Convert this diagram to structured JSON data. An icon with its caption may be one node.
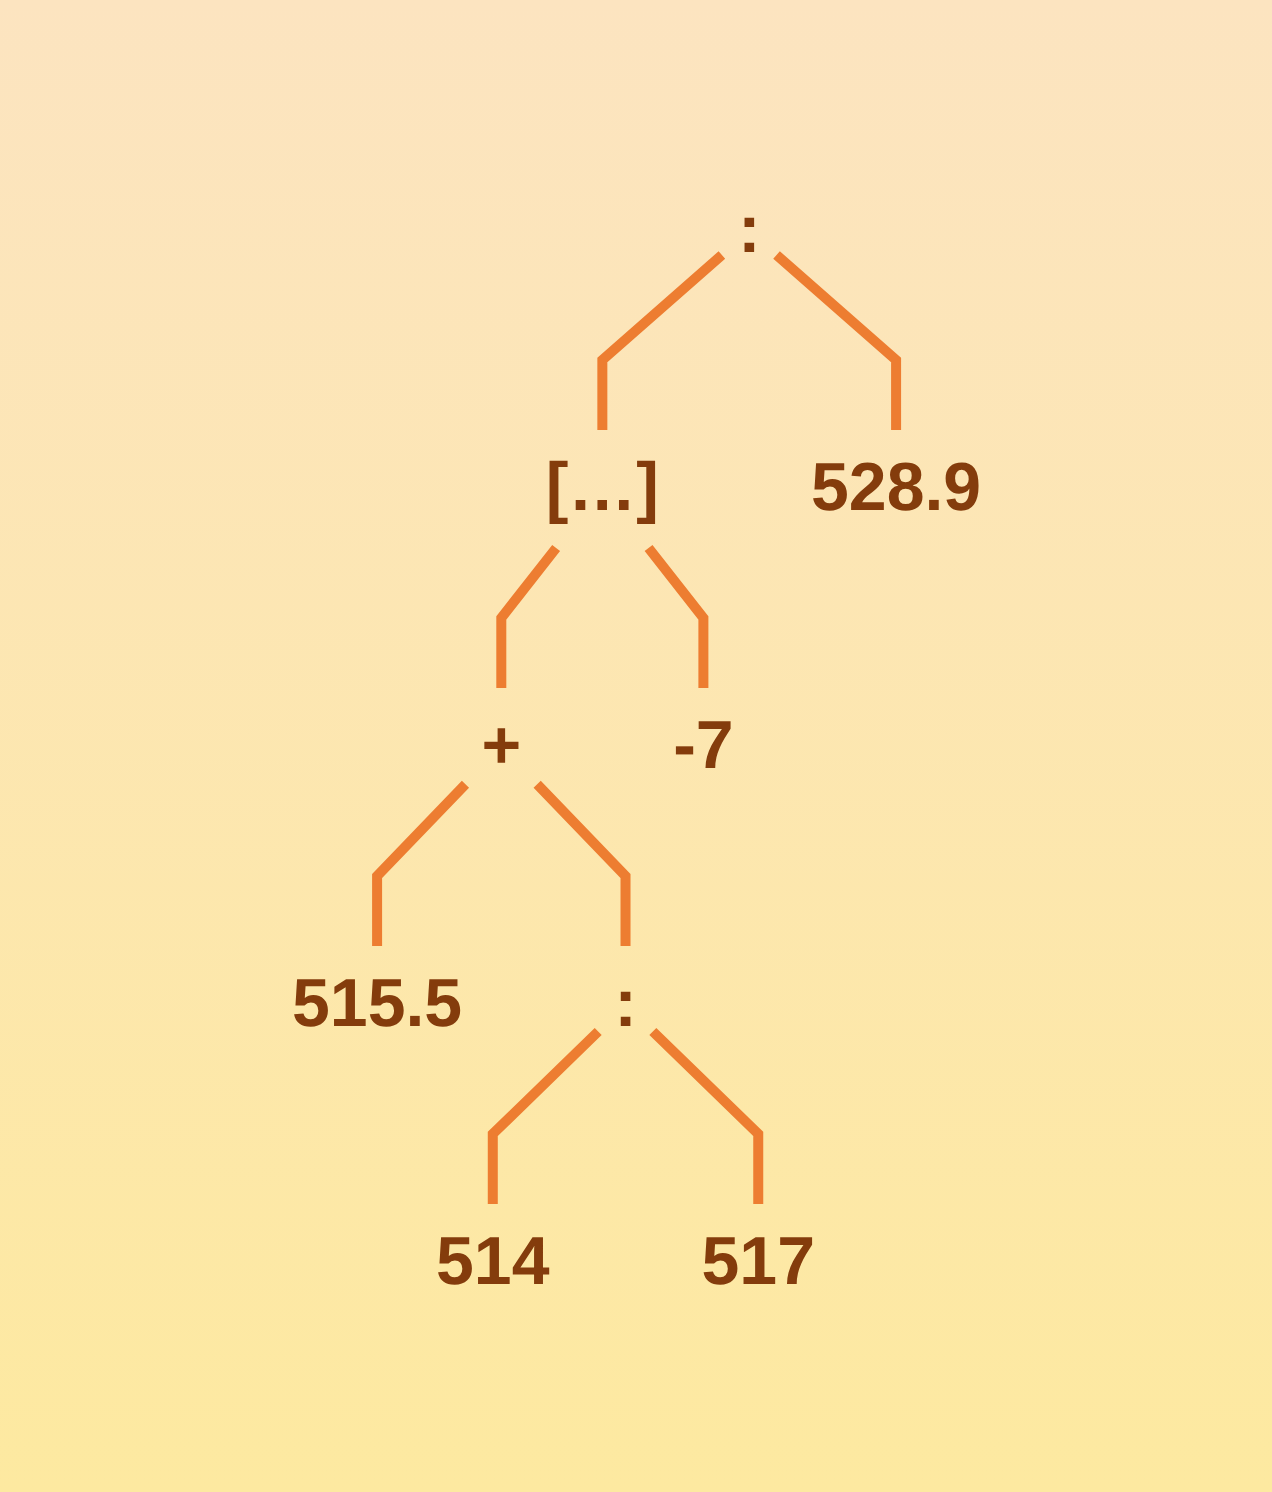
{
  "diagram": {
    "nodes": [
      {
        "text": [
          ":"
        ]
      },
      {
        "text": [
          "[…]"
        ]
      },
      {
        "text": [
          "528.9"
        ]
      },
      {
        "text": [
          "+"
        ]
      },
      {
        "text": [
          "-7"
        ]
      },
      {
        "text": [
          "515.5"
        ]
      },
      {
        "text": [
          ":"
        ]
      },
      {
        "text": [
          "514"
        ]
      },
      {
        "text": [
          "517"
        ]
      }
    ],
    "edges": [
      {
        "from": 0,
        "to": 1,
        "arrow": "none"
      },
      {
        "from": 0,
        "to": 2,
        "arrow": "none"
      },
      {
        "from": 1,
        "to": 3,
        "arrow": "none"
      },
      {
        "from": 1,
        "to": 4,
        "arrow": "none"
      },
      {
        "from": 3,
        "to": 5,
        "arrow": "none"
      },
      {
        "from": 3,
        "to": 6,
        "arrow": "none"
      },
      {
        "from": 6,
        "to": 7,
        "arrow": "none"
      },
      {
        "from": 6,
        "to": 8,
        "arrow": "none"
      }
    ]
  }
}
